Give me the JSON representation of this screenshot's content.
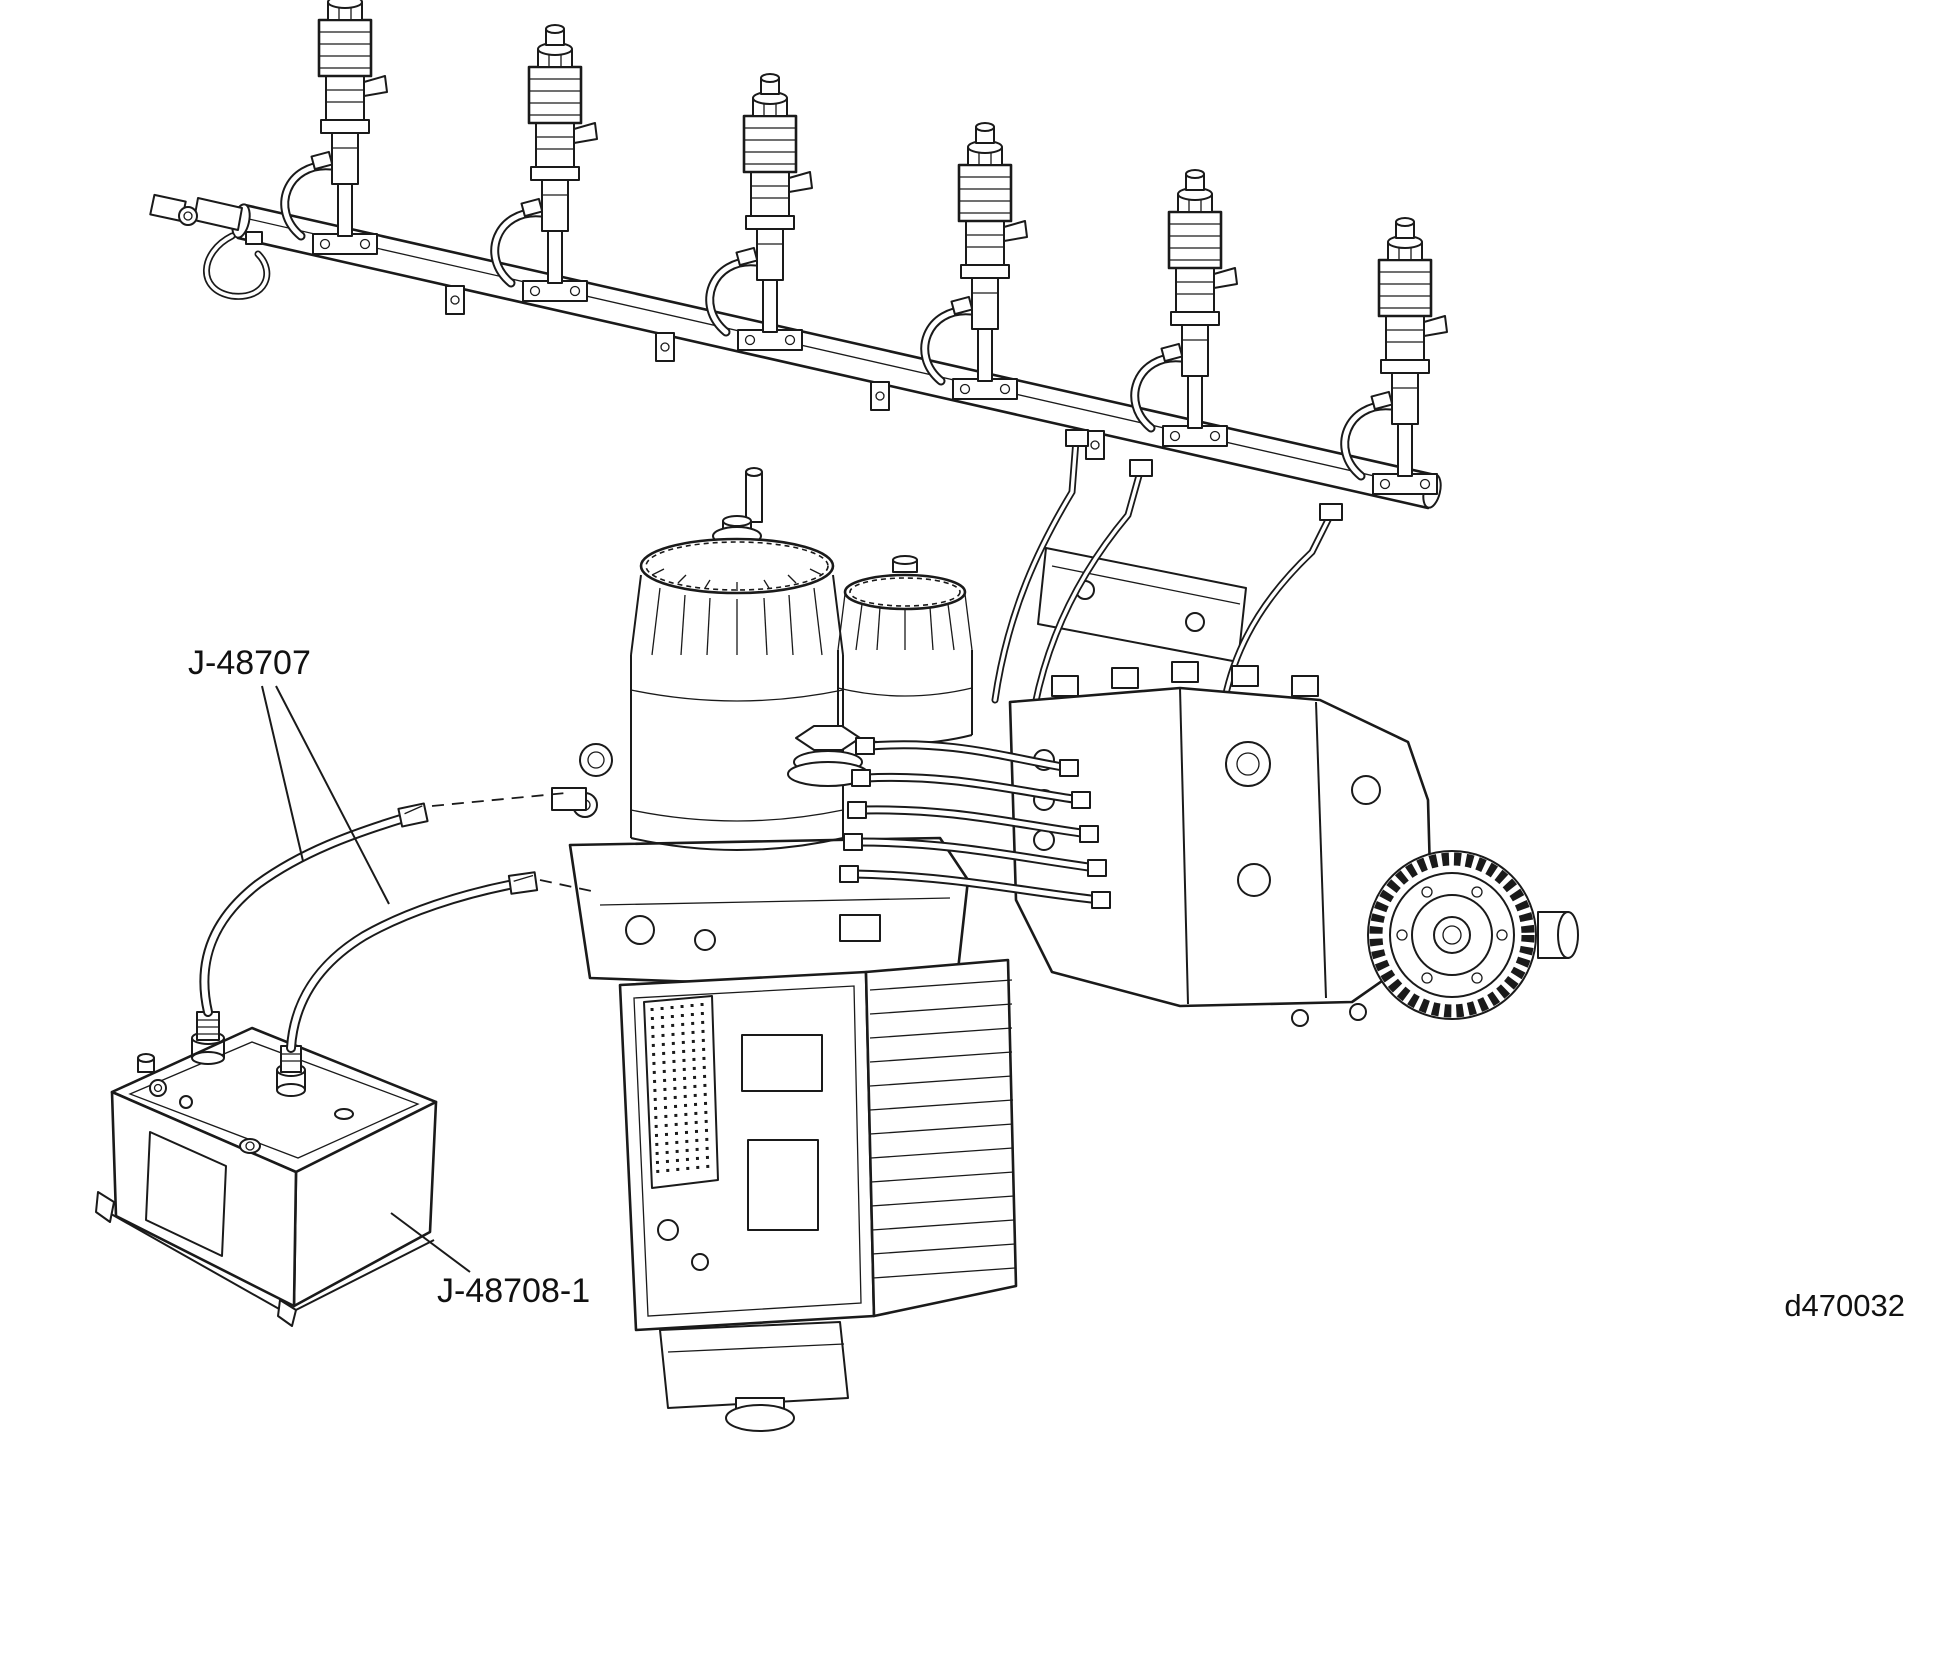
{
  "labels": {
    "j48707": "J-48707",
    "j48708_1": "J-48708-1",
    "drawing_number": "d470032"
  },
  "colors": {
    "line": "#1a1a1a",
    "background": "#ffffff"
  }
}
